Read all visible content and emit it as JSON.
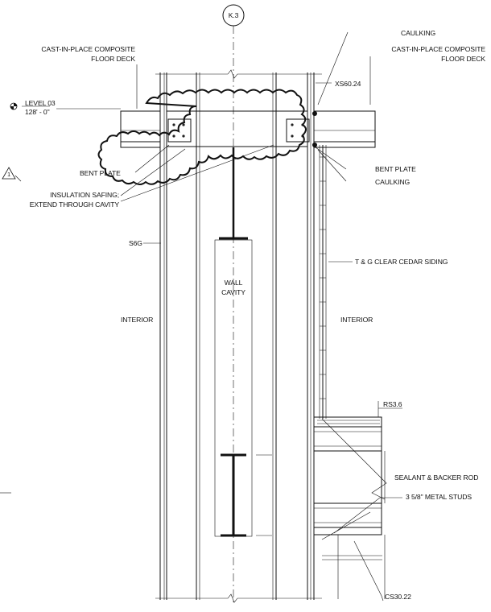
{
  "grid_bubble": "K.3",
  "labels": {
    "floor_deck_left_1": "CAST-IN-PLACE COMPOSITE",
    "floor_deck_left_2": "FLOOR DECK",
    "level_name": "LEVEL 03",
    "level_elev": "128' - 0\"",
    "revision_tag": "1",
    "bent_plate_left": "BENT PLATE",
    "insulation_1": "INSULATION SAFING;",
    "insulation_2": "EXTEND THROUGH CAVITY",
    "s6g": "S6G",
    "wall_cavity_1": "WALL",
    "wall_cavity_2": "CAVITY",
    "interior_left": "INTERIOR",
    "interior_right": "INTERIOR",
    "caulking_top": "CAULKING",
    "floor_deck_right_1": "CAST-IN-PLACE COMPOSITE",
    "floor_deck_right_2": "FLOOR DECK",
    "xs_tag": "XS60.24",
    "bent_plate_right": "BENT PLATE",
    "caulking_right": "CAULKING",
    "siding": "T & G CLEAR CEDAR SIDING",
    "rs_tag": "RS3.6",
    "sealant": "SEALANT & BACKER ROD",
    "metal_studs": "3 5/8\" METAL STUDS",
    "cs_tag": "CS30.22"
  }
}
